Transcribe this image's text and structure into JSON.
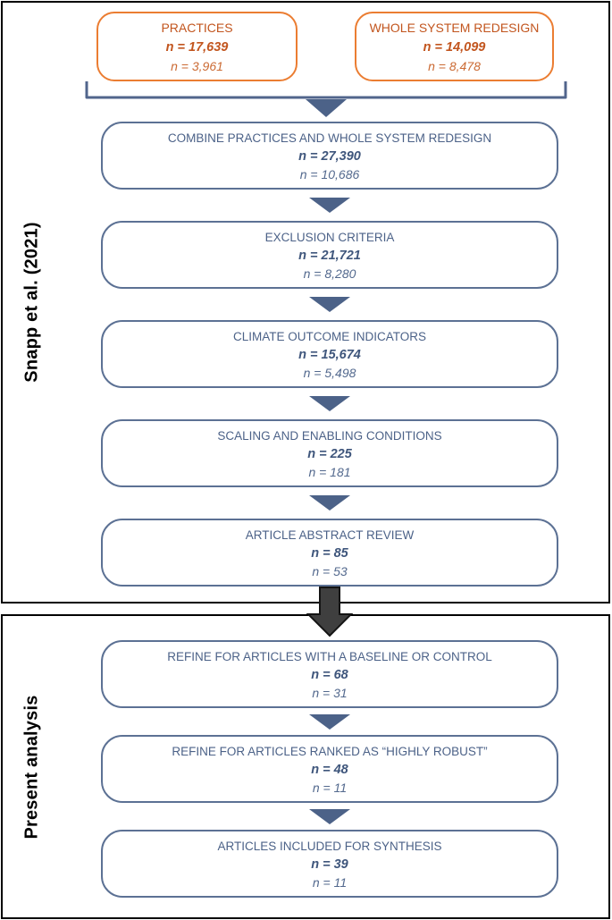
{
  "figure": {
    "panels": [
      {
        "label": "Snapp et al. (2021)",
        "sources": [
          {
            "title": "PRACTICES",
            "n_primary": "n = 17,639",
            "n_secondary": "n = 3,961"
          },
          {
            "title": "WHOLE SYSTEM REDESIGN",
            "n_primary": "n = 14,099",
            "n_secondary": "n = 8,478"
          }
        ],
        "steps": [
          {
            "title": "COMBINE PRACTICES AND WHOLE SYSTEM REDESIGN",
            "n_primary": "n = 27,390",
            "n_secondary": "n = 10,686"
          },
          {
            "title": "EXCLUSION CRITERIA",
            "n_primary": "n = 21,721",
            "n_secondary": "n = 8,280"
          },
          {
            "title": "CLIMATE OUTCOME INDICATORS",
            "n_primary": "n = 15,674",
            "n_secondary": "n = 5,498"
          },
          {
            "title": "SCALING AND ENABLING CONDITIONS",
            "n_primary": "n = 225",
            "n_secondary": "n = 181"
          },
          {
            "title": "ARTICLE ABSTRACT REVIEW",
            "n_primary": "n = 85",
            "n_secondary": "n = 53"
          }
        ]
      },
      {
        "label": "Present analysis",
        "steps": [
          {
            "title": "REFINE FOR ARTICLES WITH A BASELINE OR CONTROL",
            "n_primary": "n = 68",
            "n_secondary": "n = 31"
          },
          {
            "title": "REFINE FOR ARTICLES RANKED AS “HIGHLY ROBUST”",
            "n_primary": "n = 48",
            "n_secondary": "n = 11"
          },
          {
            "title": "ARTICLES INCLUDED FOR SYNTHESIS",
            "n_primary": "n = 39",
            "n_secondary": "n = 11"
          }
        ]
      }
    ],
    "colors": {
      "orange_border": "#EB7D32",
      "orange_text": "#C2551E",
      "blue_border": "#5C7194",
      "blue_text": "#4C6288",
      "blue_bold_text": "#3F567C",
      "connector_triangle": "#4C6288",
      "section_arrow_fill": "#3F3F3F",
      "panel_border": "#000000"
    }
  }
}
